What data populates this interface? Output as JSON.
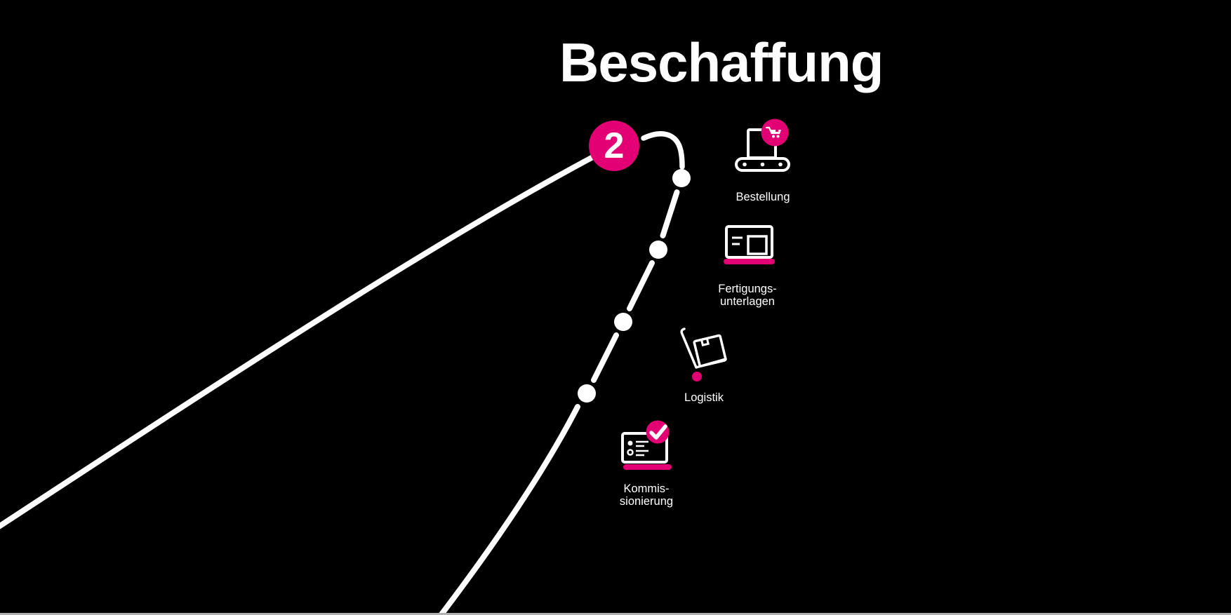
{
  "slide": {
    "title": "Beschaffung",
    "step": {
      "number": "2"
    },
    "colors": {
      "background": "#000000",
      "accent_magenta": "#e20074",
      "path_line": "#ffffff",
      "footer_bar": "#b0b0b0"
    }
  },
  "milestones": [
    {
      "id": "bestellung",
      "icon": "laptop-shopping-cart-icon",
      "label_lines": [
        "Bestellung"
      ]
    },
    {
      "id": "fertigungsunterlagen",
      "icon": "laptop-document-icon",
      "label_lines": [
        "Fertigungs-",
        "unterlagen"
      ]
    },
    {
      "id": "logistik",
      "icon": "hand-truck-icon",
      "label_lines": [
        "Logistik"
      ]
    },
    {
      "id": "kommissionierung",
      "icon": "laptop-checklist-icon",
      "label_lines": [
        "Kommis-",
        "sionierung"
      ]
    }
  ]
}
